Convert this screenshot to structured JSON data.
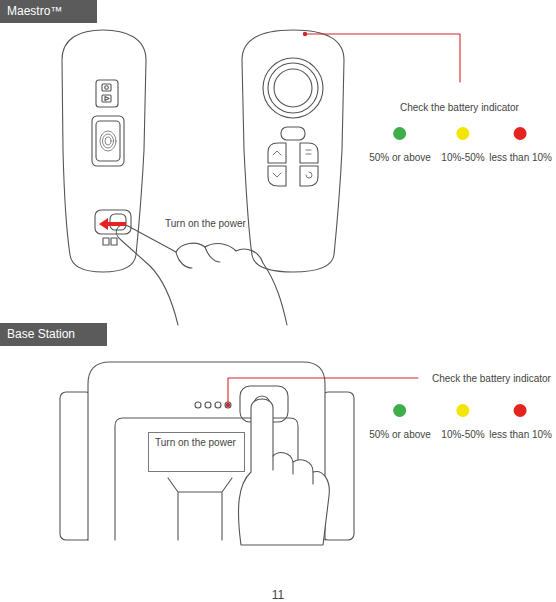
{
  "diagram": {
    "nodes": [
      {
        "text": [
          "Maestro™"
        ]
      },
      {
        "text": [
          "Base Station"
        ]
      },
      {
        "text": [
          "Turn on the power"
        ]
      }
    ],
    "labels": [
      "Check the battery indicator",
      "Turn on the power",
      "Check the battery indicator",
      "11"
    ],
    "legend": [
      {
        "text": "50% or above",
        "color": "#3dae49"
      },
      {
        "text": "10%-50%",
        "color": "#f2e500"
      },
      {
        "text": "less than 10%",
        "color": "#e52421"
      },
      {
        "text": "50% or above",
        "color": "#3dae49"
      },
      {
        "text": "10%-50%",
        "color": "#f2e500"
      },
      {
        "text": "less than 10%",
        "color": "#e52421"
      }
    ]
  }
}
